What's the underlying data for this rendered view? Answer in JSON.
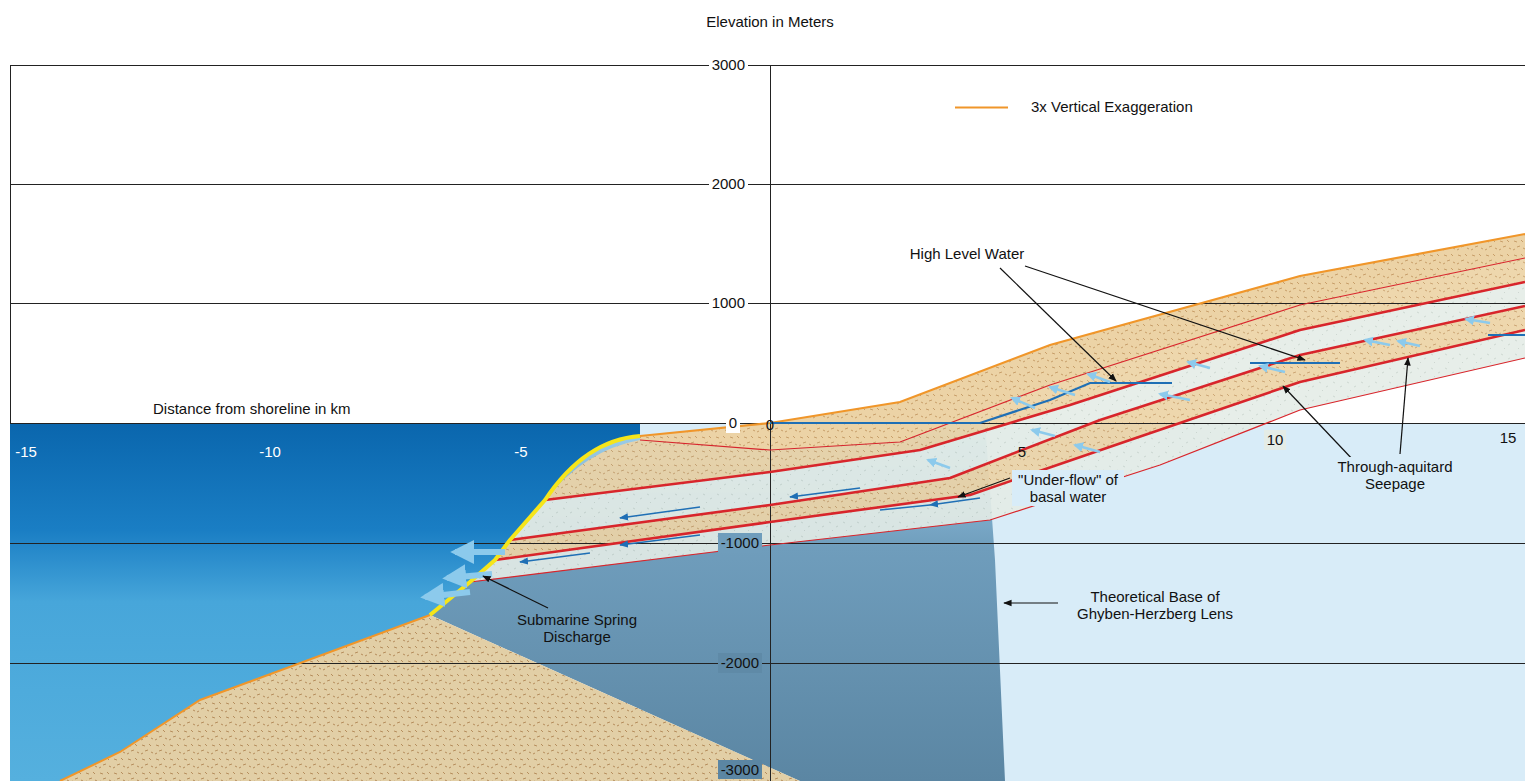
{
  "diagram": {
    "labels": [
      "Elevation in Meters",
      "3000",
      "2000",
      "1000",
      "0",
      "-1000",
      "-2000",
      "-3000",
      "Distance from shoreline in km",
      "-15",
      "-10",
      "-5",
      "0",
      "5",
      "10",
      "15",
      "High Level Water",
      "Through-aquitard Seepage",
      "\"Under-flow\" of basal water",
      "Theoretical Base of Ghyben-Herzberg Lens",
      "Submarine Spring Discharge"
    ],
    "legend": [
      {
        "text": "3x Vertical Exaggeration"
      }
    ]
  }
}
